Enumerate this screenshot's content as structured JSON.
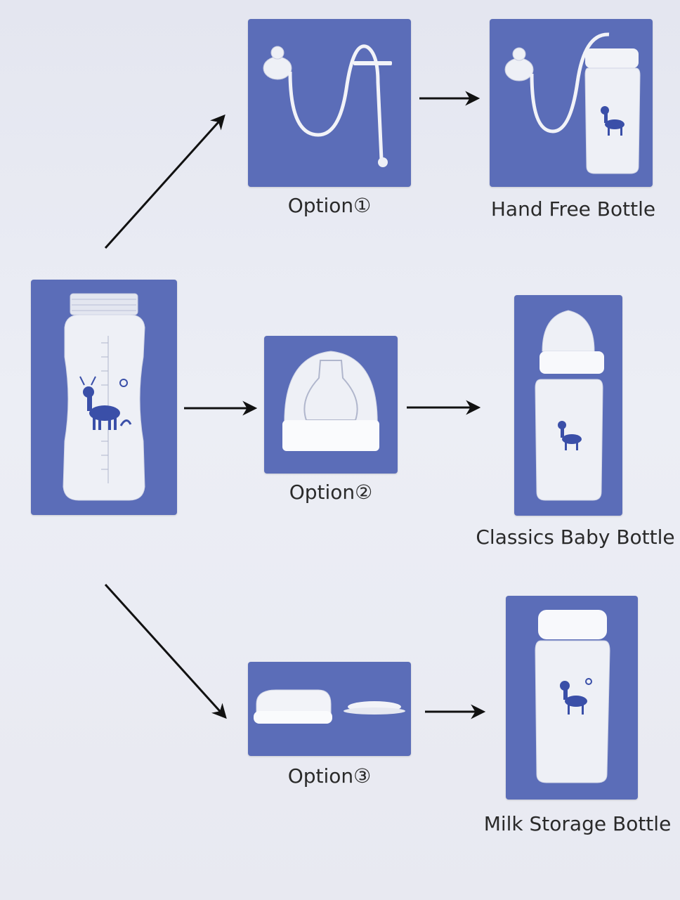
{
  "colors": {
    "tile": "#5b6db8",
    "bottle": "#eef0f6",
    "deer": "#3a4fa8",
    "arrow": "#111111"
  },
  "labels": {
    "option1": "Option①",
    "option2": "Option②",
    "option3": "Option③",
    "result1": "Hand Free Bottle",
    "result2": "Classics Baby Bottle",
    "result3": "Milk Storage Bottle"
  }
}
